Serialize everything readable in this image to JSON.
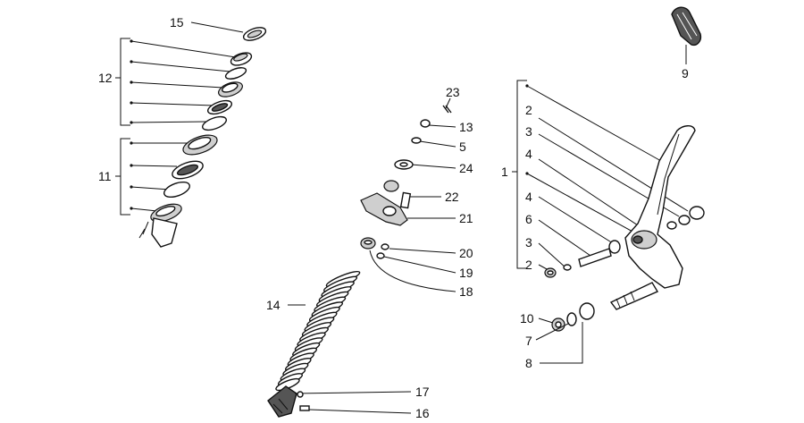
{
  "callouts": {
    "c1": "1",
    "c2a": "2",
    "c2b": "2",
    "c3a": "3",
    "c3b": "3",
    "c4a": "4",
    "c4b": "4",
    "c5": "5",
    "c6": "6",
    "c7": "7",
    "c8": "8",
    "c9": "9",
    "c10": "10",
    "c11": "11",
    "c12": "12",
    "c13": "13",
    "c14": "14",
    "c15": "15",
    "c16": "16",
    "c17": "17",
    "c18": "18",
    "c19": "19",
    "c20": "20",
    "c21": "21",
    "c22": "22",
    "c23": "23",
    "c24": "24"
  }
}
